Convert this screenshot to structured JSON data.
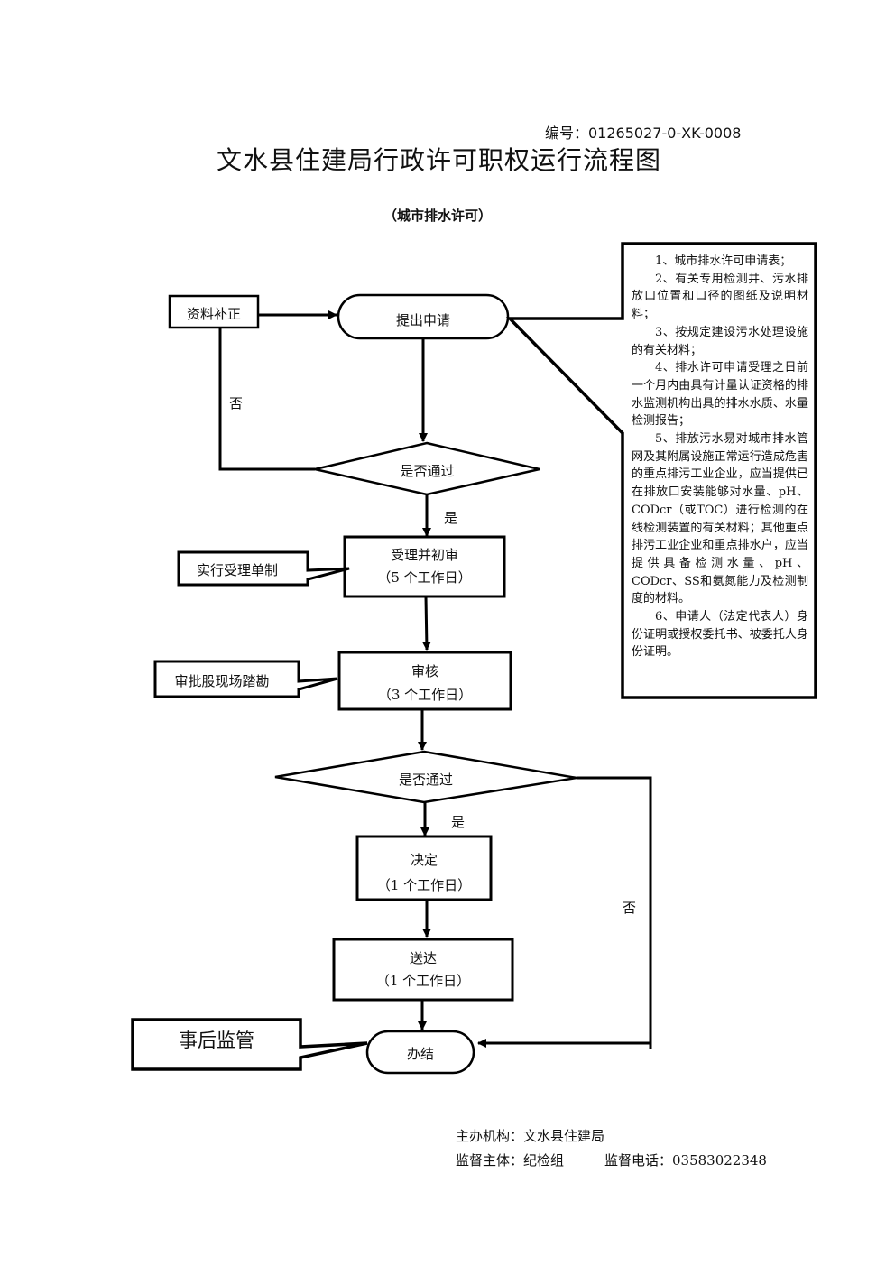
{
  "document": {
    "code": "编号：01265027-0-XK-0008",
    "title": "文水县住建局行政许可职权运行流程图",
    "subtitle": "（城市排水许可）"
  },
  "flow": {
    "correction": "资料补正",
    "submit": "提出申请",
    "check1": "是否通过",
    "no1": "否",
    "yes1": "是",
    "accept": {
      "title": "受理并初审",
      "days": "（5 个工作日）"
    },
    "accept_note": "实行受理单制",
    "review": {
      "title": "审核",
      "days": "（3 个工作日）"
    },
    "review_note": "审批股现场踏勘",
    "check2": "是否通过",
    "yes2": "是",
    "no2": "否",
    "decide": {
      "title": "决定",
      "days": "（1 个工作日）"
    },
    "deliver": {
      "title": "送达",
      "days": "（1 个工作日）"
    },
    "finish": "办结",
    "finish_note": "事后监管"
  },
  "materials": [
    "1、城市排水许可申请表；",
    "2、有关专用检测井、污水排放口位置和口径的图纸及说明材料；",
    "3、按规定建设污水处理设施的有关材料；",
    "4、排水许可申请受理之日前一个月内由具有计量认证资格的排水监测机构出具的排水水质、水量检测报告；",
    "5、排放污水易对城市排水管网及其附属设施正常运行造成危害的重点排污工业企业，应当提供已在排放口安装能够对水量、pH、CODcr（或TOC）进行检测的在线检测装置的有关材料；其他重点排污工业企业和重点排水户，应当提供具备检测水量、pH、CODcr、SS和氨氮能力及检测制度的材料。",
    "6、申请人（法定代表人）身份证明或授权委托书、被委托人身份证明。"
  ],
  "footer": {
    "organizer": "主办机构：文水县住建局",
    "supervisor": "监督主体：纪检组",
    "phone": "监督电话：03583022348"
  }
}
